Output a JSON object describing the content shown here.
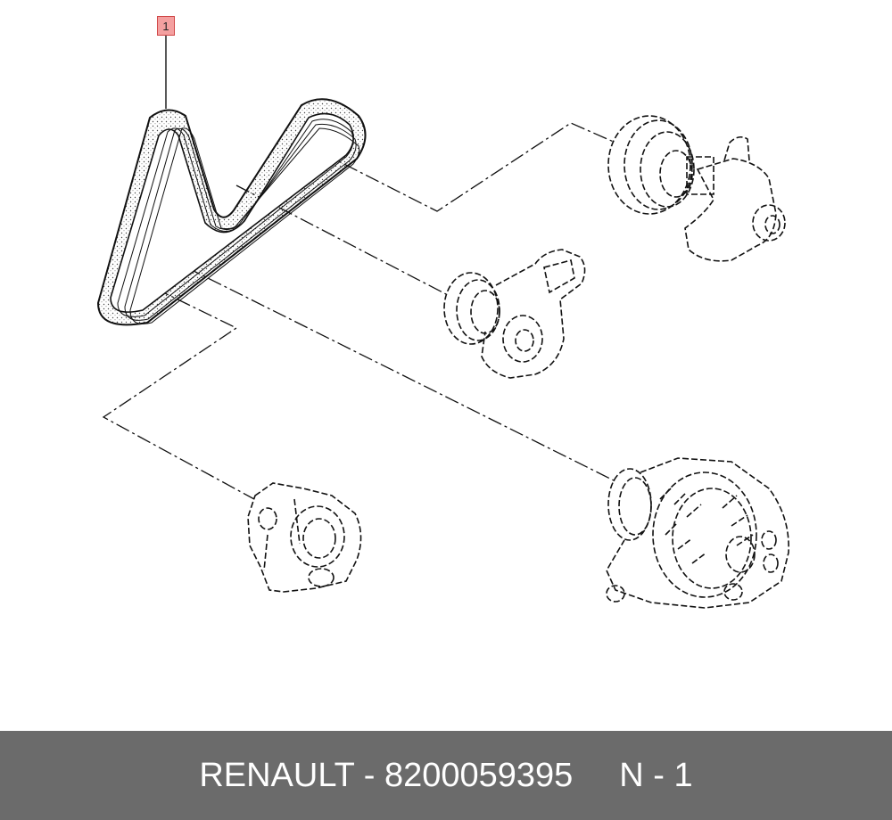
{
  "callout": {
    "label": "1"
  },
  "footer": {
    "part_text": "RENAULT - 8200059395",
    "qty_text": "N - 1"
  },
  "colors": {
    "footer_background": "#6b6b6b",
    "callout_fill": "#f4a0a0",
    "callout_border": "#d04848",
    "line": "#111111"
  }
}
